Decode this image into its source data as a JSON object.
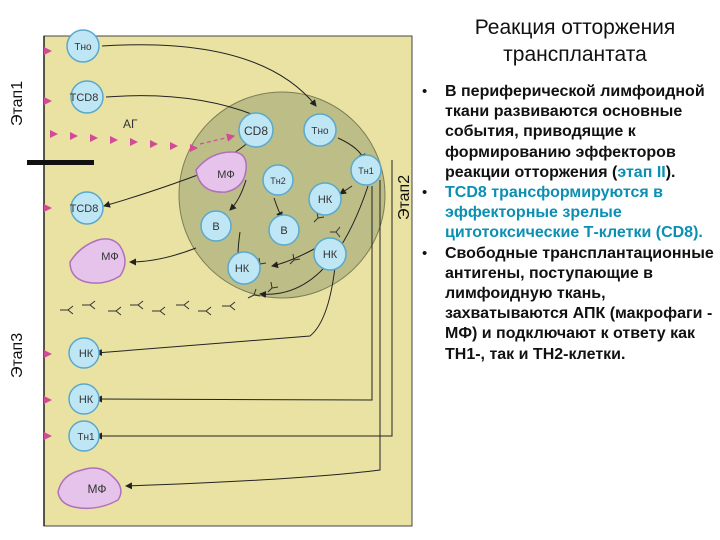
{
  "title": {
    "line1": "Реакция отторжения",
    "line2": "трансплантата"
  },
  "stages": {
    "stage1": "Этап1",
    "stage2": "Этап2",
    "stage3": "Этап3"
  },
  "cells": {
    "tho_top": "Тно",
    "tcd8_top": "ТCD8",
    "ag": "АГ",
    "cd8_circle": "CD8",
    "tho_circle": "Тно",
    "th1_circle": "Тн1",
    "mf_circle": "МФ",
    "th2_circle": "Тн2",
    "nk_circle_1": "НК",
    "b_left": "В",
    "b_right": "В",
    "nk_circle_2": "НК",
    "nk_circle_bottom": "НК",
    "tcd8_left": "ТCD8",
    "mf_left": "МФ",
    "nk_lower_1": "НК",
    "nk_lower_2": "НК",
    "th1_lower": "Тн1",
    "mf_bottom": "МФ"
  },
  "bullets": [
    {
      "pre": "В периферической лимфоидной ткани развиваются основные события, приводящие к формированию эффекторов реакции отторжения (",
      "hl": "этап II",
      "post": ")."
    },
    {
      "pre": "",
      "hl": "ТCD8 трансформируются в эффекторные зрелые цитотоксические Т-клетки (CD8).",
      "post": ""
    },
    {
      "pre": "Свободные трансплантационные антигены, поступающие в лимфоидную ткань, захватываются АПК (макрофаги - МФ) и подключают к ответу как ТН1-, так и ТН2-клетки.",
      "hl": "",
      "post": ""
    }
  ],
  "colors": {
    "tissue": "#e9e2a3",
    "lymph_node": "#bdbd87",
    "cell_fill": "#bfe6f5",
    "cell_stroke": "#5aa9cc",
    "mf_fill": "#e5c3ea",
    "mf_stroke": "#b070bb",
    "arrow_pink": "#d24b97",
    "highlight": "#0b8fb3"
  }
}
